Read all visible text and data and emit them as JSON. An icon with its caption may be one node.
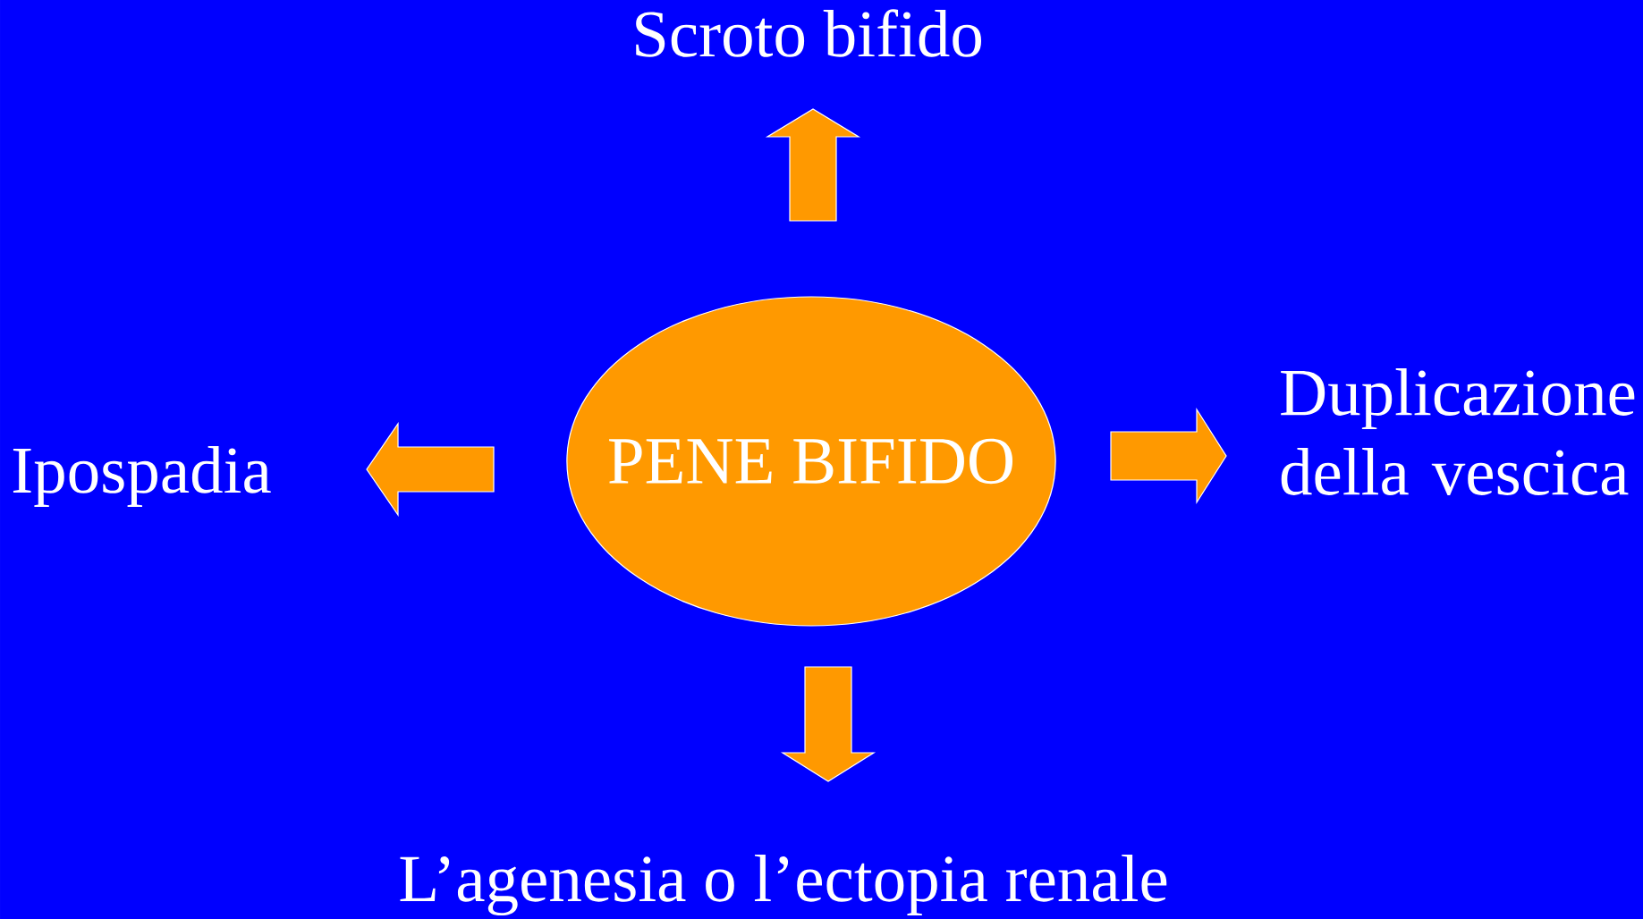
{
  "diagram": {
    "nodes": [
      {
        "text": [
          "PENE BIFIDO"
        ]
      },
      {
        "text": [
          "Scroto bifido"
        ]
      },
      {
        "text": [
          "Duplicazione della vescica"
        ]
      },
      {
        "text": [
          "Ipospadia"
        ]
      },
      {
        "text": [
          "L’agenesia o l’ectopia renale"
        ]
      }
    ],
    "edges": [
      {
        "from": 0,
        "to": 1,
        "arrow": "to"
      },
      {
        "from": 0,
        "to": 2,
        "arrow": "to"
      },
      {
        "from": 0,
        "to": 3,
        "arrow": "to"
      },
      {
        "from": 0,
        "to": 4,
        "arrow": "to"
      }
    ]
  }
}
